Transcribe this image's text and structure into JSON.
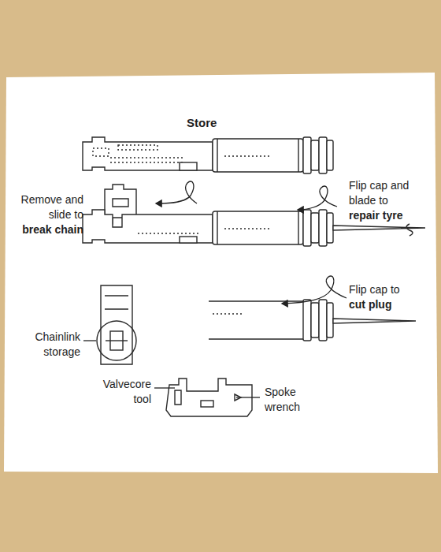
{
  "diagram": {
    "labels": [
      "Store",
      "Remove and slide to",
      "break chain",
      "Flip cap and blade to",
      "repair tyre",
      "Flip cap to",
      "cut plug",
      "Chainlink storage",
      "Valvecore tool",
      "Spoke wrench"
    ]
  }
}
